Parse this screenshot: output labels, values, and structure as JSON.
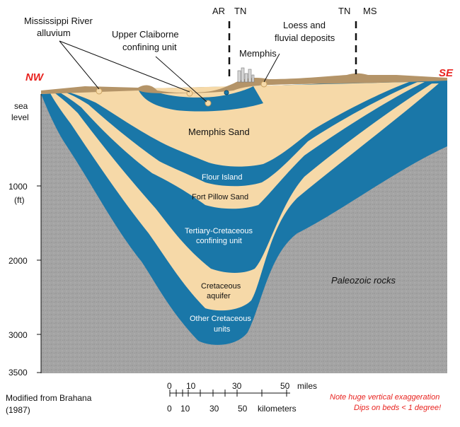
{
  "labels": {
    "mississippi_line1": "Mississippi River",
    "mississippi_line2": "alluvium",
    "claiborne_line1": "Upper Claiborne",
    "claiborne_line2": "confining unit",
    "ar": "AR",
    "tn_left": "TN",
    "tn_right": "TN",
    "ms": "MS",
    "loess_line1": "Loess and",
    "loess_line2": "fluvial deposits",
    "memphis_city": "Memphis",
    "nw": "NW",
    "se": "SE",
    "sea_line1": "sea",
    "sea_line2": "level",
    "memphis_sand": "Memphis Sand",
    "flour_island": "Flour Island",
    "fort_pillow": "Fort Pillow Sand",
    "tertiary_line1": "Tertiary-Cretaceous",
    "tertiary_line2": "confining unit",
    "cretaceous_line1": "Cretaceous",
    "cretaceous_line2": "aquifer",
    "other_line1": "Other Cretaceous",
    "other_line2": "units",
    "paleozoic": "Paleozoic rocks",
    "source_line1": "Modified from Brahana",
    "source_line2": "(1987)",
    "note_line1": "Note huge vertical exaggeration",
    "note_line2": "Dips on beds < 1 degree!"
  },
  "depth_axis": {
    "unit_label": "(ft)",
    "ticks": [
      "1000",
      "2000",
      "3000",
      "3500"
    ]
  },
  "scale_bar": {
    "miles_ticks": [
      "0",
      "10",
      "30",
      "50"
    ],
    "miles_unit": "miles",
    "km_ticks": [
      "0",
      "10",
      "30",
      "50"
    ],
    "km_unit": "kilometers"
  },
  "colors": {
    "aquifer_sand": "#f6d9a8",
    "confining_blue": "#1a77a8",
    "paleozoic_gray": "#a4a4a4",
    "surface_brown": "#b49468",
    "direction_red": "#e8231f"
  }
}
